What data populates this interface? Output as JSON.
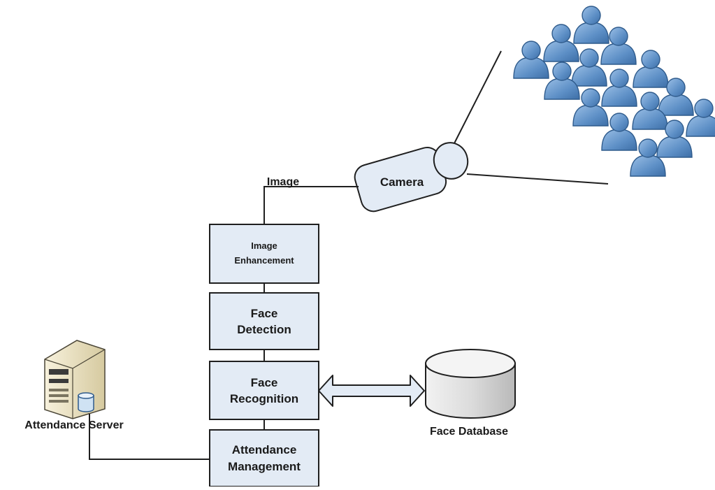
{
  "labels": {
    "image": "Image",
    "camera": "Camera",
    "face_database": "Face Database",
    "attendance_server": "Attendance Server"
  },
  "blocks": [
    {
      "line1": "Image",
      "line2": "Enhancement"
    },
    {
      "line1": "Face",
      "line2": "Detection"
    },
    {
      "line1": "Face",
      "line2": "Recognition"
    },
    {
      "line1": "Attendance",
      "line2": "Management"
    }
  ],
  "icons": {
    "crowd": "crowd-of-people-icon",
    "camera": "camera-icon",
    "database": "database-cylinder-icon",
    "server": "server-tower-icon",
    "arrow": "double-headed-arrow-icon"
  },
  "colors": {
    "block_fill": "#e3ebf5",
    "person_fill": "#6a9bd0",
    "person_stroke": "#2f5b8c",
    "db_fill": "#dcdcdc"
  }
}
